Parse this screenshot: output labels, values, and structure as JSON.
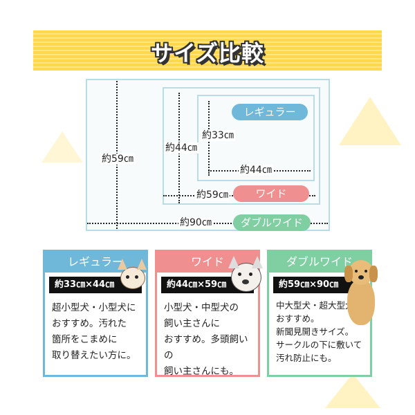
{
  "title": "サイズ比較",
  "diagram": {
    "regular": {
      "label": "レギュラー",
      "height": "約33㎝",
      "width": "約44㎝",
      "color": "#6fb8d9"
    },
    "wide": {
      "label": "ワイド",
      "height": "約44㎝",
      "width": "約59㎝",
      "color": "#ef8f8f"
    },
    "double": {
      "label": "ダブルワイド",
      "height": "約59㎝",
      "width": "約90㎝",
      "color": "#7fcfa3"
    }
  },
  "cards": [
    {
      "name": "レギュラー",
      "size": "約33㎝×44㎝",
      "lines": [
        "超小型犬・小型犬に",
        "おすすめ。汚れた",
        "箇所をこまめに",
        "取り替えたい方に。"
      ],
      "color": "#6fb8d9"
    },
    {
      "name": "ワイド",
      "size": "約44㎝×59㎝",
      "lines": [
        "小型犬・中型犬の",
        "飼い主さんに",
        "おすすめ。多頭飼いの",
        "飼い主さんにも。"
      ],
      "color": "#ef8f8f"
    },
    {
      "name": "ダブルワイド",
      "size": "約59㎝×90㎝",
      "lines": [
        "中大型犬・超大型犬に",
        "おすすめ。",
        "新聞見開きサイズ。",
        "サークルの下に敷いて",
        "汚れ防止にも。"
      ],
      "color": "#7fcfa3"
    }
  ]
}
